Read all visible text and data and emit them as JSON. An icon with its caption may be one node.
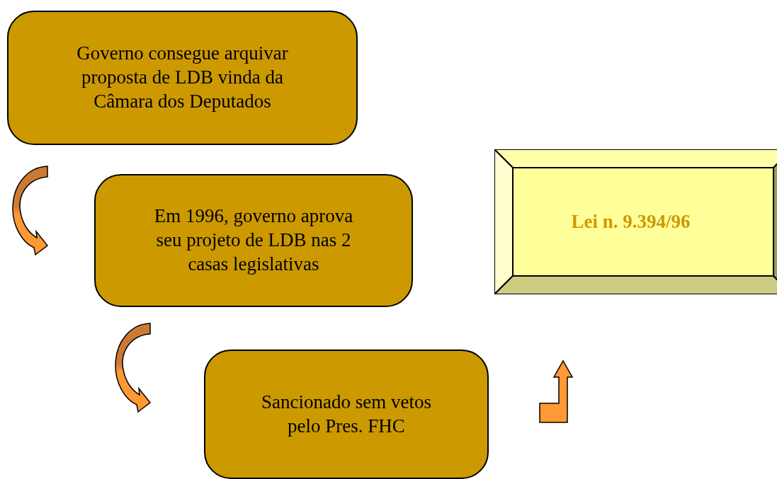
{
  "diagram": {
    "nodes": [
      {
        "text": [
          "Governo consegue arquivar proposta de LDB vinda da Câmara dos Deputados"
        ]
      },
      {
        "text": [
          "Em 1996, governo aprova seu projeto de LDB nas 2 casas legislativas"
        ]
      },
      {
        "text": [
          "Sancionado sem vetos pelo Pres. FHC"
        ]
      },
      {
        "text": [
          "Lei n. 9.394/96"
        ]
      }
    ],
    "edges": [
      {
        "from": 0,
        "to": 1,
        "arrow": "to"
      },
      {
        "from": 1,
        "to": 2,
        "arrow": "to"
      }
    ]
  }
}
